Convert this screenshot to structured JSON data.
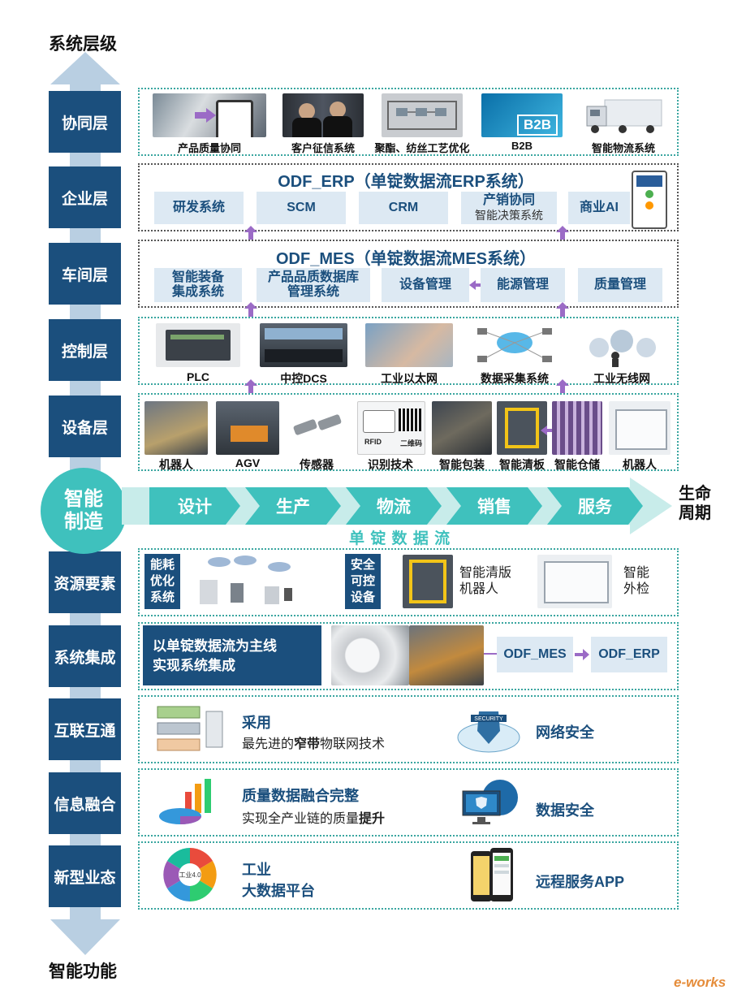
{
  "axis": {
    "top_label": "系统层级",
    "bottom_label": "智能功能"
  },
  "levels": {
    "collab": "协同层",
    "enterprise": "企业层",
    "workshop": "车间层",
    "control": "控制层",
    "device": "设备层",
    "resource": "资源要素",
    "integration": "系统集成",
    "interconnect": "互联互通",
    "info_fusion": "信息融合",
    "new_business": "新型业态"
  },
  "collab_row": [
    "产品质量协同",
    "客户征信系统",
    "聚酯、纺丝工艺优化",
    "B2B",
    "智能物流系统"
  ],
  "b2b_badge": "B2B",
  "erp": {
    "title": "ODF_ERP（单锭数据流ERP系统）",
    "modules": [
      {
        "label": "研发系统",
        "sub": ""
      },
      {
        "label": "SCM",
        "sub": ""
      },
      {
        "label": "CRM",
        "sub": ""
      },
      {
        "label": "产销协同",
        "sub": "智能决策系统"
      },
      {
        "label": "商业AI",
        "sub": ""
      }
    ]
  },
  "mes": {
    "title": "ODF_MES（单锭数据流MES系统）",
    "modules": [
      "智能装备\n集成系统",
      "产品品质数据库\n管理系统",
      "设备管理",
      "能源管理",
      "质量管理"
    ]
  },
  "control_row": [
    "PLC",
    "中控DCS",
    "工业以太网",
    "数据采集系统",
    "工业无线网"
  ],
  "device_row": [
    "机器人",
    "AGV",
    "传感器",
    "识别技术",
    "智能包装",
    "智能清板",
    "智能仓储",
    "机器人"
  ],
  "rfid_labels": {
    "rfid": "RFID",
    "qr": "二维码"
  },
  "smart_mfg": {
    "circle": "智能\n制造",
    "stages": [
      "设计",
      "生产",
      "物流",
      "销售",
      "服务"
    ],
    "lifecycle": "生命\n周期",
    "stream": "单 锭 数 据 流"
  },
  "resource": {
    "energy_label": "能耗\n优化\n系统",
    "safety_label": "安全\n可控\n设备",
    "item1": "智能清版\n机器人",
    "item2": "智能\n外检"
  },
  "integration": {
    "headline": "以单锭数据流为主线\n实现系统集成",
    "mes_box": "ODF_MES",
    "erp_box": "ODF_ERP"
  },
  "interconnect": {
    "title": "采用",
    "desc_prefix": "最先进的",
    "desc_bold": "窄带",
    "desc_suffix": "物联网技术",
    "right": "网络安全",
    "badge": "SECURITY"
  },
  "info_fusion": {
    "title": "质量数据融合完整",
    "desc_prefix": "实现全产业链的质量",
    "desc_bold": "提升",
    "right": "数据安全"
  },
  "new_business": {
    "title": "工业\n大数据平台",
    "right": "远程服务APP",
    "wheel_center": "工业4.0"
  },
  "watermark": "e-works",
  "colors": {
    "navy": "#1b4f7d",
    "teal": "#3fc1bd",
    "light_blue": "#dde9f3",
    "purple": "#9b6bc6",
    "arrow": "#b9cfe2"
  }
}
